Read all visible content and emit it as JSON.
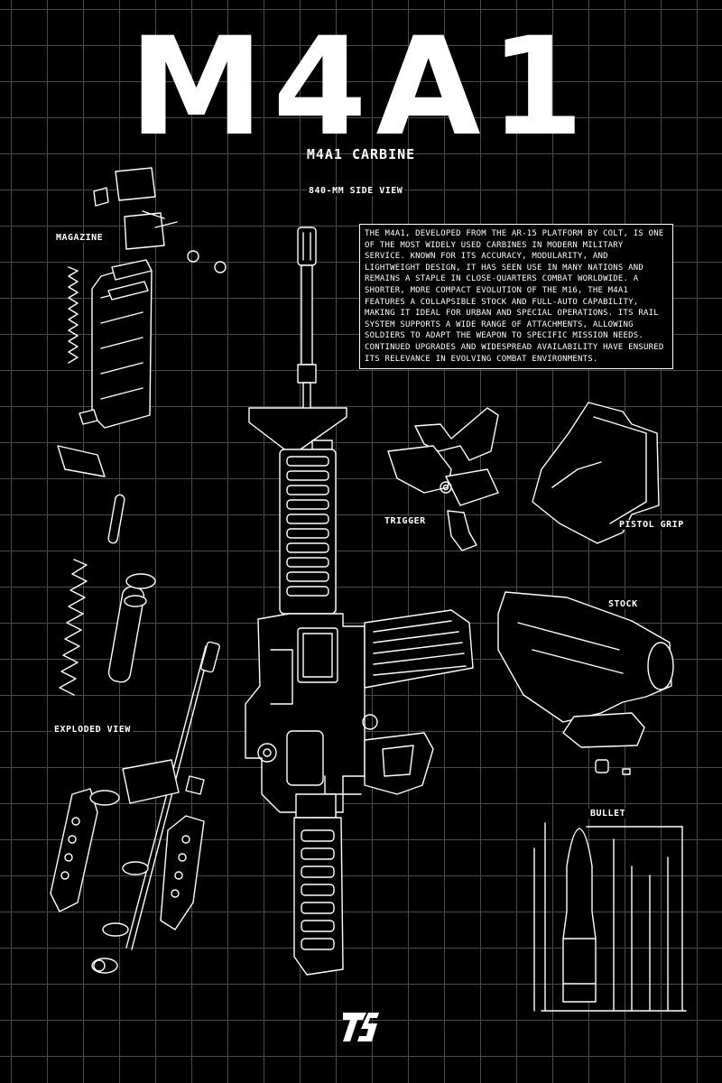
{
  "title": "M4A1",
  "subtitle": "M4A1 CARBINE",
  "side_view_label": "840-MM SIDE VIEW",
  "description": "The M4A1, developed from the AR-15 platform by Colt, is one of the most widely used carbines in modern military service. Known for its accuracy, modularity, and lightweight design, it has seen use in many nations and remains a staple in close-quarters combat worldwide. A shorter, more compact evolution of the M16, the M4A1 features a collapsible stock and full-auto capability, making it ideal for urban and special operations. Its rail system supports a wide range of attachments, allowing soldiers to adapt the weapon to specific mission needs. Continued upgrades and widespread availability have ensured its relevance in evolving combat environments.",
  "labels": {
    "magazine": "MAGAZINE",
    "exploded_view": "EXPLODED VIEW",
    "trigger": "TRIGGER",
    "pistol_grip": "PISTOL GRIP",
    "stock": "STOCK",
    "bullet": "BULLET"
  },
  "logo_text": "TS",
  "colors": {
    "background": "#000000",
    "line": "#ffffff",
    "grid": "#4a4a4a"
  }
}
